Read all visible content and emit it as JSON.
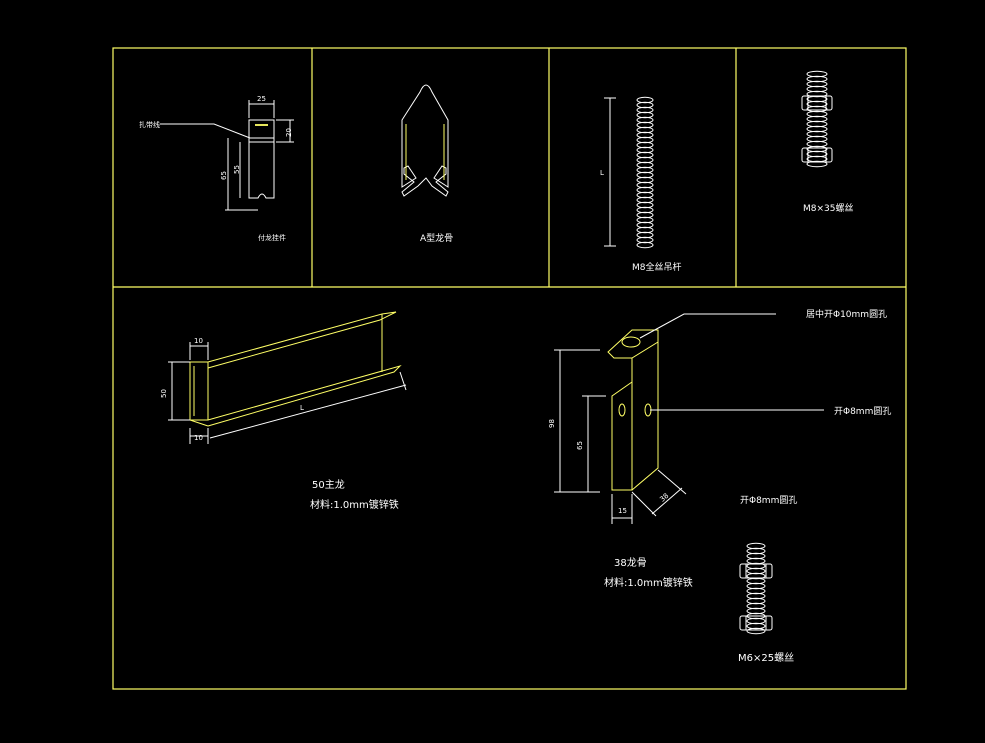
{
  "labels": {
    "tie_wire": "扎带线",
    "bracket_25": "25",
    "bracket_20": "20",
    "bracket_55": "55",
    "bracket_65": "65",
    "pendant_name": "付龙挂件",
    "a_keel_name": "A型龙骨",
    "rod_length": "L",
    "rod_name": "M8全丝吊杆",
    "bolt_m8_name": "M8×35螺丝",
    "main_dim_10_top": "10",
    "main_dim_50": "50",
    "main_dim_10_bottom": "10",
    "main_length": "L",
    "main_name": "50主龙",
    "main_material": "材料:1.0mm镀锌铁",
    "keel38_hole_top": "居中开Φ10mm圆孔",
    "keel38_hole_side": "开Φ8mm圆孔",
    "keel38_hole_bottom": "开Φ8mm圆孔",
    "keel38_dim_total": "98",
    "keel38_dim_65": "65",
    "keel38_dim_15": "15",
    "keel38_dim_38": "38",
    "keel38_name": "38龙骨",
    "keel38_material": "材料:1.0mm镀锌铁",
    "bolt_m6_name": "M6×25螺丝"
  },
  "colors": {
    "background": "#000000",
    "frame": "#ffff66",
    "linework": "#ffffff",
    "text": "#ffffff"
  }
}
